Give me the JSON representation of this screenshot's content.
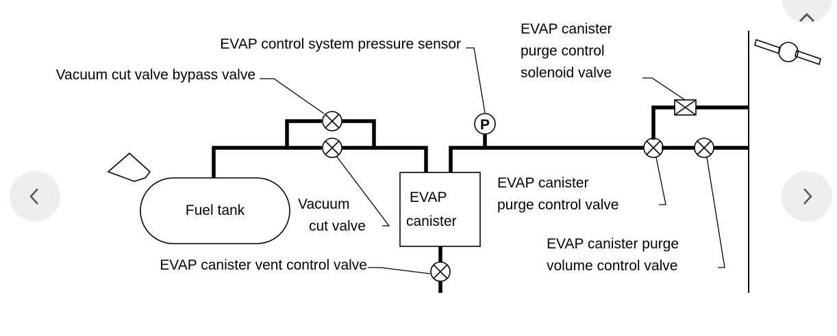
{
  "diagram": {
    "labels": {
      "pressure_sensor": "EVAP control system pressure sensor",
      "bypass_valve": "Vacuum cut valve bypass valve",
      "solenoid_1": "EVAP canister",
      "solenoid_2": "purge control",
      "solenoid_3": "solenoid valve",
      "fuel_tank": "Fuel tank",
      "cut_valve_1": "Vacuum",
      "cut_valve_2": "cut valve",
      "canister_1": "EVAP",
      "canister_2": "canister",
      "purge_valve_1": "EVAP canister",
      "purge_valve_2": "purge control valve",
      "volume_valve_1": "EVAP canister purge",
      "volume_valve_2": "volume control valve",
      "vent_valve": "EVAP canister vent control valve",
      "sensor_symbol": "P"
    }
  },
  "controls": {
    "prev_icon": "chevron-left-icon",
    "next_icon": "chevron-right-icon",
    "close_icon": "close-icon",
    "button_bg": "#eeeeee",
    "icon_color": "#555555"
  }
}
